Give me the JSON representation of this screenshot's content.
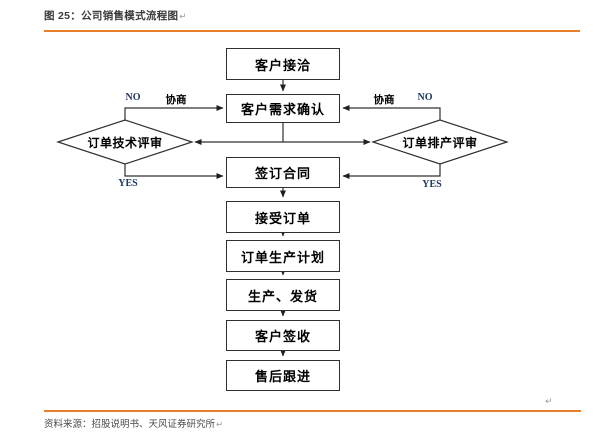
{
  "header": {
    "title": "图 25：公司销售模式流程图",
    "paragraph_mark": "↵"
  },
  "flowchart": {
    "boxes": [
      {
        "label": "客户接洽"
      },
      {
        "label": "客户需求确认"
      },
      {
        "label": "签订合同"
      },
      {
        "label": "接受订单"
      },
      {
        "label": "订单生产计划"
      },
      {
        "label": "生产、发货"
      },
      {
        "label": "客户签收"
      },
      {
        "label": "售后跟进"
      }
    ],
    "diamonds": [
      {
        "label": "订单技术评审"
      },
      {
        "label": "订单排产评审"
      }
    ],
    "edge_labels": {
      "left_no": "NO",
      "left_negotiate": "协商",
      "right_negotiate": "协商",
      "right_no": "NO",
      "left_yes": "YES",
      "right_yes": "YES"
    }
  },
  "footer": {
    "source": "资料来源：招股说明书、天风证券研究所",
    "paragraph_mark": "↵"
  },
  "colors": {
    "accent_orange": "#e8802b",
    "edge_label_navy": "#1f3864",
    "line_color": "#303030"
  }
}
